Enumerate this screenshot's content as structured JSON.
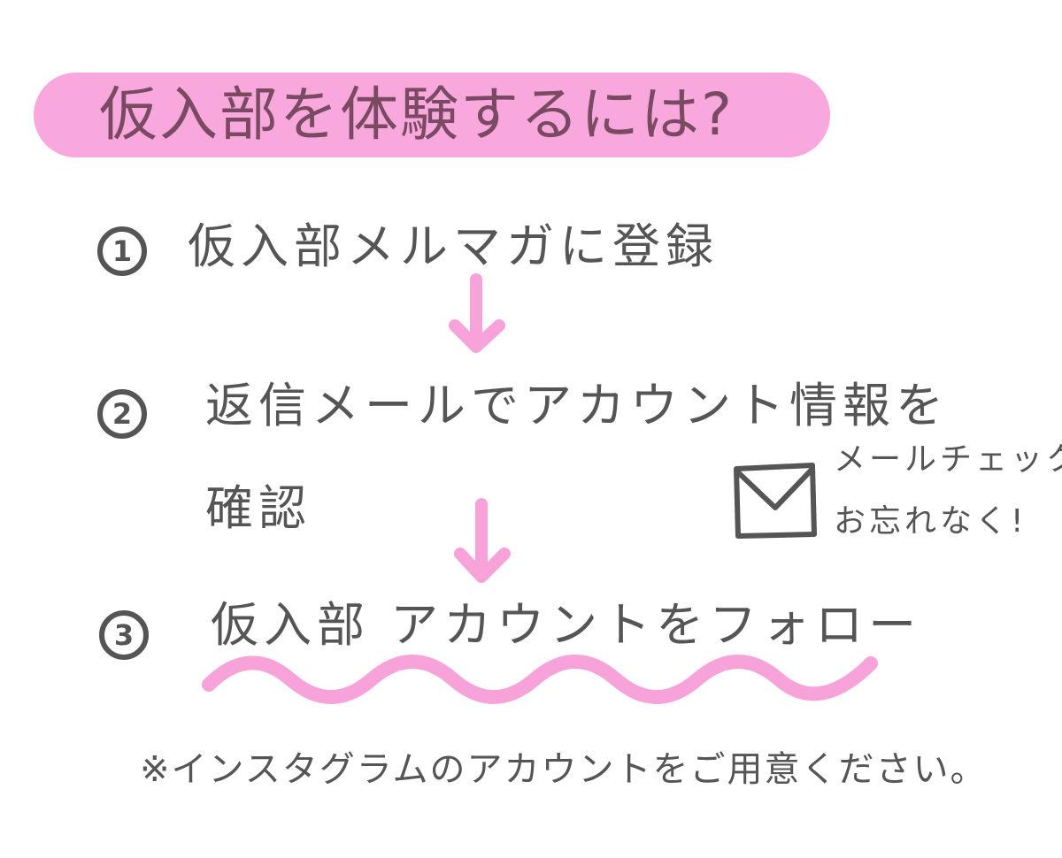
{
  "title": "仮入部を体験するには?",
  "steps": [
    {
      "number": "1",
      "lines": [
        "仮入部メルマガに登録"
      ]
    },
    {
      "number": "2",
      "lines": [
        "返信メールでアカウント情報を",
        "確認"
      ]
    },
    {
      "number": "3",
      "lines": [
        "仮入部 アカウントをフォロー"
      ]
    }
  ],
  "side_note": {
    "icon": "envelope-icon",
    "lines": [
      "メールチェック",
      "お忘れなく!"
    ]
  },
  "footnote": "※インスタグラムのアカウントをご用意ください。",
  "colors": {
    "highlight": "#f8a8dc",
    "title_text": "#7a4a62",
    "ink": "#555555",
    "accent": "#f7a3d9"
  }
}
